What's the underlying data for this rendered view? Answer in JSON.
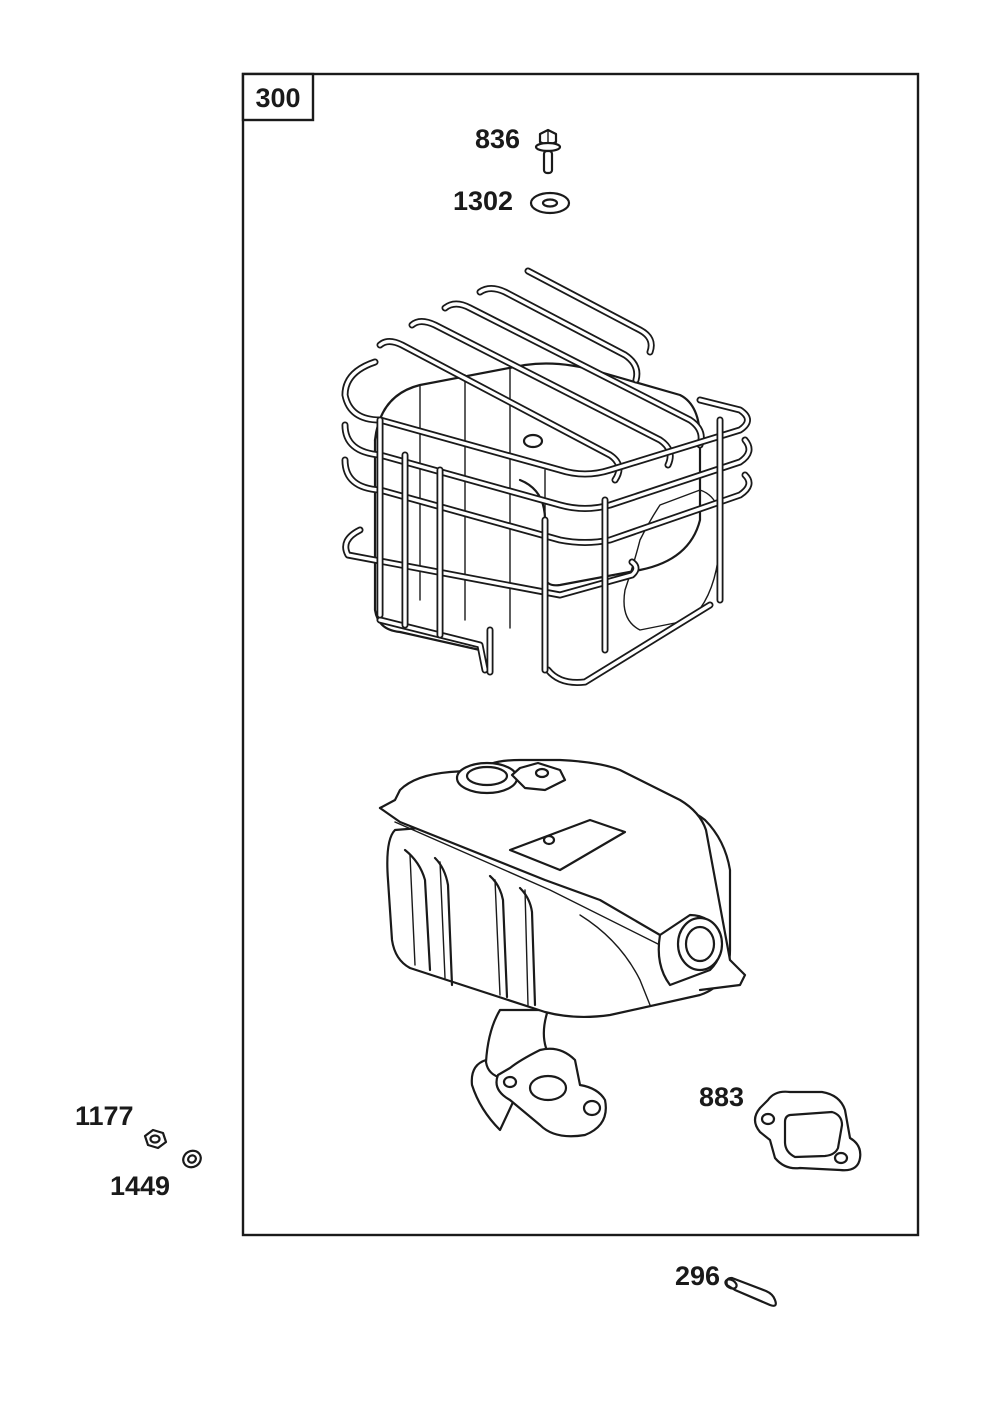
{
  "assembly": {
    "number": "300"
  },
  "callouts": {
    "p836": "836",
    "p1302": "1302",
    "p883": "883",
    "p1177": "1177",
    "p1449": "1449",
    "p296": "296"
  },
  "colors": {
    "line": "#1a1a1a",
    "background": "#ffffff"
  }
}
